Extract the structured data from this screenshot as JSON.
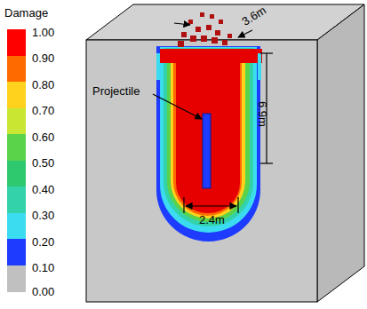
{
  "diagram": {
    "labels": [
      "Damage",
      "Projectile",
      "3.6m",
      "6.9m",
      "2.4m",
      "0.00"
    ],
    "legend": [
      {
        "text": "1.00",
        "color": "#ff0000"
      },
      {
        "text": "0.90",
        "color": "#ff6a00"
      },
      {
        "text": "0.80",
        "color": "#ffd21e"
      },
      {
        "text": "0.70",
        "color": "#c8e632"
      },
      {
        "text": "0.60",
        "color": "#5ad24a"
      },
      {
        "text": "0.50",
        "color": "#2ec86e"
      },
      {
        "text": "0.40",
        "color": "#32d2aa"
      },
      {
        "text": "0.30",
        "color": "#3cdcf0"
      },
      {
        "text": "0.20",
        "color": "#1e3cff"
      },
      {
        "text": "0.10",
        "color": "#c0c0c0"
      }
    ]
  }
}
